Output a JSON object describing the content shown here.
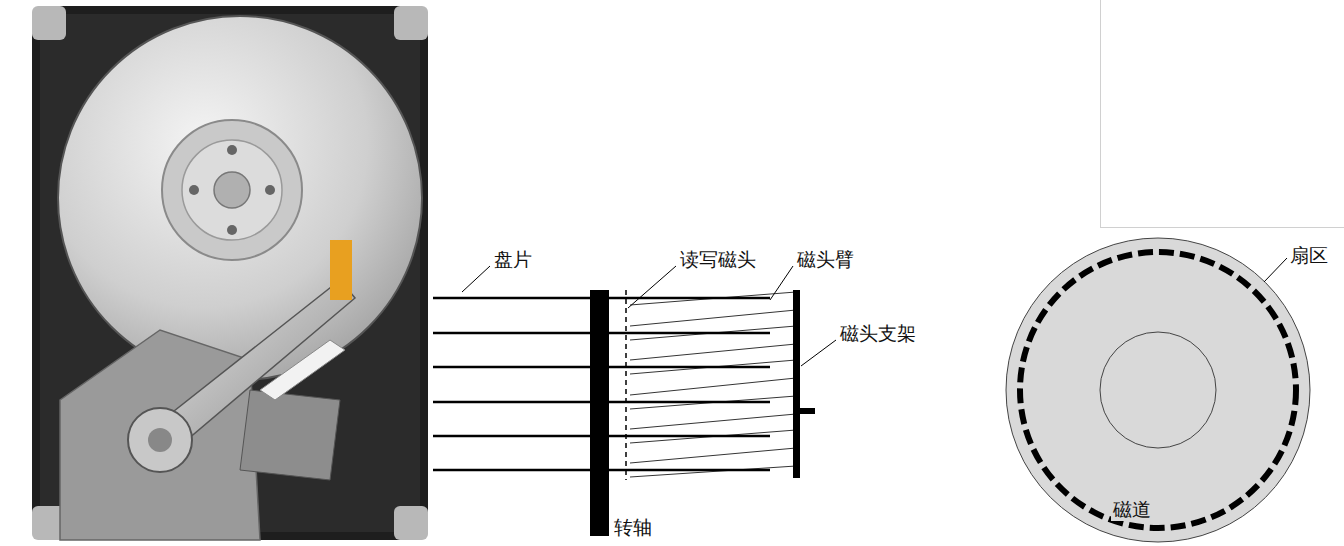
{
  "diagram": {
    "labels": [
      "盘片",
      "读写磁头",
      "磁头臂",
      "磁头支架",
      "转轴",
      "扇区",
      "磁道"
    ]
  }
}
